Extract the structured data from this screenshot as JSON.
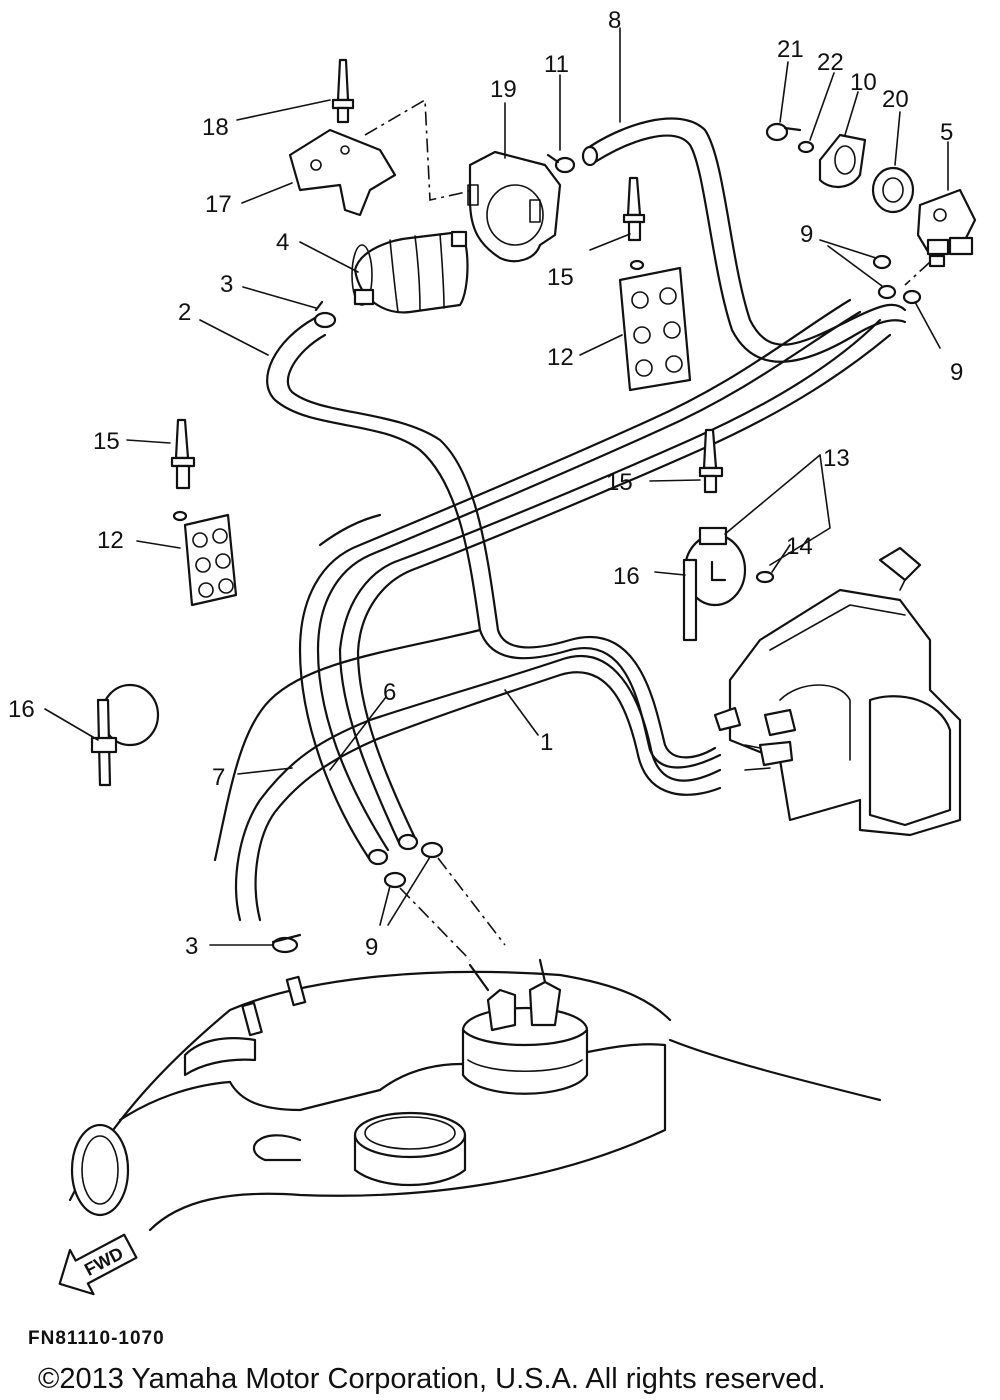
{
  "diagram": {
    "part_numbers": [
      "1",
      "2",
      "3",
      "4",
      "5",
      "6",
      "7",
      "8",
      "9",
      "10",
      "11",
      "12",
      "13",
      "14",
      "15",
      "16",
      "17",
      "18",
      "19",
      "20",
      "21",
      "22"
    ],
    "direction_label": "FWD",
    "drawing_code": "FN81110-1070",
    "copyright": "©2013 Yamaha Motor Corporation, U.S.A. All rights reserved."
  }
}
